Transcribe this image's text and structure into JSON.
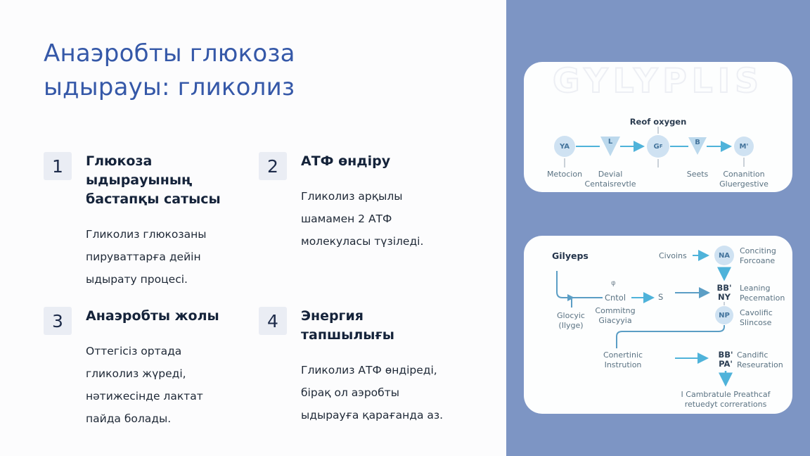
{
  "slide": {
    "title": "Анаэробты глюкоза\nыдырауы: гликолиз"
  },
  "items": [
    {
      "number": "1",
      "heading": "Глюкоза\nыдырауының\nбастапқы сатысы",
      "body": "Гликолиз глюкозаны\nпируваттарға дейін\nыдырату процесі."
    },
    {
      "number": "2",
      "heading": "АТФ өндіру",
      "body": "Гликолиз арқылы\nшамамен 2 АТФ\nмолекуласы түзіледі."
    },
    {
      "number": "3",
      "heading": "Анаэробты жолы",
      "body": "Оттегісіз ортада\nгликолиз жүреді,\nнәтижесінде лактат\nпайда болады."
    },
    {
      "number": "4",
      "heading": "Энергия\nтапшылығы",
      "body": "Гликолиз АТФ өндіреді,\nбірақ ол аэробты\nыдырауға қарағанда аз."
    }
  ],
  "top_card": {
    "watermark": "GYLYPLIS",
    "annotation": "Reof oxygen",
    "nodes": [
      {
        "label": "YA",
        "caption": "Metocion"
      },
      {
        "label": "L",
        "caption": "Devial\nCentaisrevtle"
      },
      {
        "label": "G",
        "sup": "F",
        "caption": ""
      },
      {
        "label": "B",
        "caption": "Seets"
      },
      {
        "label": "M'",
        "caption": "Conanition\nGluergestive"
      }
    ]
  },
  "bottom_card": {
    "heading": "Gilyeps",
    "glyph": "φ",
    "cntol": "Cntol",
    "cntol_caption": "Commitng\nGiacyyia",
    "s_label": "S",
    "glocyic": "Glocyic\n(Ilyge)",
    "civoins": "Civoins",
    "na": "NA",
    "na_caption": "Conciting\nForcoane",
    "bbny": "BB'\nNY",
    "bbny_caption": "Leaning\nPecemation",
    "np": "NP",
    "np_caption": "Cavolific\nSlincose",
    "conertinic": "Conertinic\nInstrution",
    "bbpa": "BB'\nPA'",
    "bbpa_caption": "Candific\nReseuration",
    "footer": "I Cambratule Preathcaf\nretuedyt correrations"
  },
  "colors": {
    "panel_blue": "#7d95c4",
    "title_blue": "#3558a8",
    "accent_sky": "#4fb3da",
    "accent_steel": "#5b9ec5",
    "node_fill": "#cfe2f2",
    "badge_bg": "#eaedf4",
    "text_dark": "#15233a"
  }
}
